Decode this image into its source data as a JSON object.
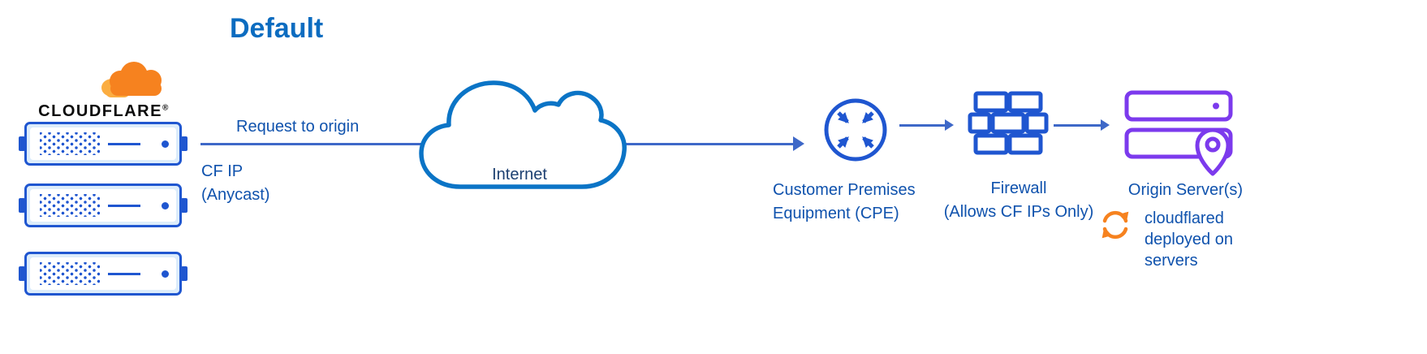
{
  "title": "Default",
  "cloudflare": {
    "brand": "CLOUDFLARE",
    "registered": "®"
  },
  "flow": {
    "request_label": "Request to origin",
    "cf_ip_label": "CF IP\n(Anycast)"
  },
  "internet": {
    "label": "Internet"
  },
  "cpe": {
    "label": "Customer Premises\nEquipment (CPE)"
  },
  "firewall": {
    "label": "Firewall\n(Allows CF IPs Only)"
  },
  "origin": {
    "label": "Origin Server(s)",
    "cloudflared_label": "cloudflared\ndeployed on\nservers"
  },
  "colors": {
    "icon_blue": "#1f56d0",
    "cloud_blue": "#0b74c6",
    "label_blue": "#0f52ad",
    "internet_blue": "#1d4071",
    "title_blue": "#0c6cc0",
    "arrow_blue": "#3e68c8",
    "purple": "#7c3aed",
    "orange": "#f6821f",
    "orange_light": "#fbad41"
  }
}
